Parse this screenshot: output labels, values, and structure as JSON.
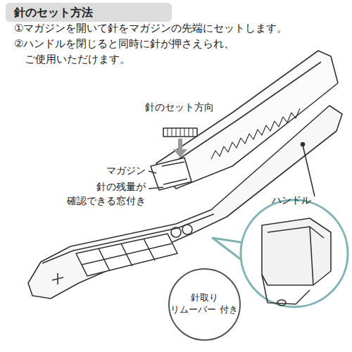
{
  "diagram": {
    "title": "針のセット方法",
    "nodes": [
      {
        "text": [
          "針取り リムーバー 付き"
        ]
      }
    ],
    "labels": [
      "①マガジンを開いて針をマガジンの先端にセットします。",
      "②ハンドルを閉じると同時に針が押さえられ、 ご使用いただけます。",
      "針のセット方向",
      "マガジン",
      "針の残量が 確認できる窓付き",
      "ハンドル"
    ]
  }
}
